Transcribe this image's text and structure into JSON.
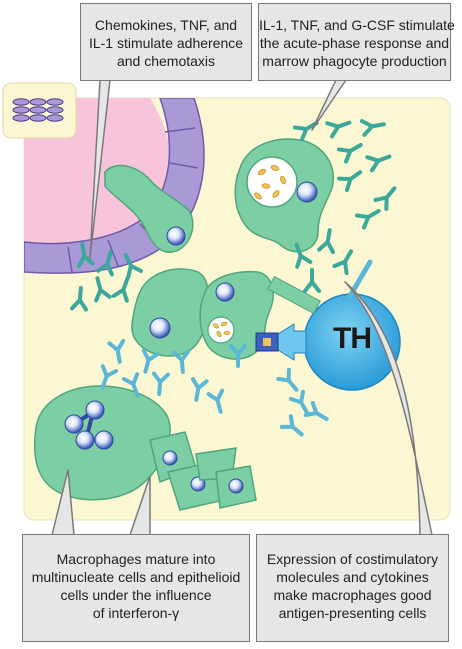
{
  "callouts": {
    "top_left": [
      "Chemokines, TNF, and",
      "IL-1 stimulate adherence",
      "and chemotaxis"
    ],
    "top_right": [
      "IL-1, TNF, and G-CSF stimulate",
      "the acute-phase response and",
      "marrow phagocyte production"
    ],
    "bottom_left": [
      "Macrophages mature into",
      "multinucleate cells and epithelioid",
      "cells under the influence",
      "of interferon-γ"
    ],
    "bottom_right": [
      "Expression of costimulatory",
      "molecules and cytokines",
      "make macrophages good",
      "antigen-presenting cells"
    ]
  },
  "cells": {
    "t_helper": "TH"
  },
  "icons": [
    "endothelium-icon"
  ],
  "colors": {
    "tissue": "#fbf7d3",
    "vessel_lumen": "#f7c4dc",
    "endothelium": "#a999d6",
    "macrophage": "#7ccfa4",
    "cytokine": "#3aa89a",
    "receptor": "#5ab7d6",
    "t_cell": "#4bb3e6",
    "callout_fill": "#e6e6e6"
  }
}
